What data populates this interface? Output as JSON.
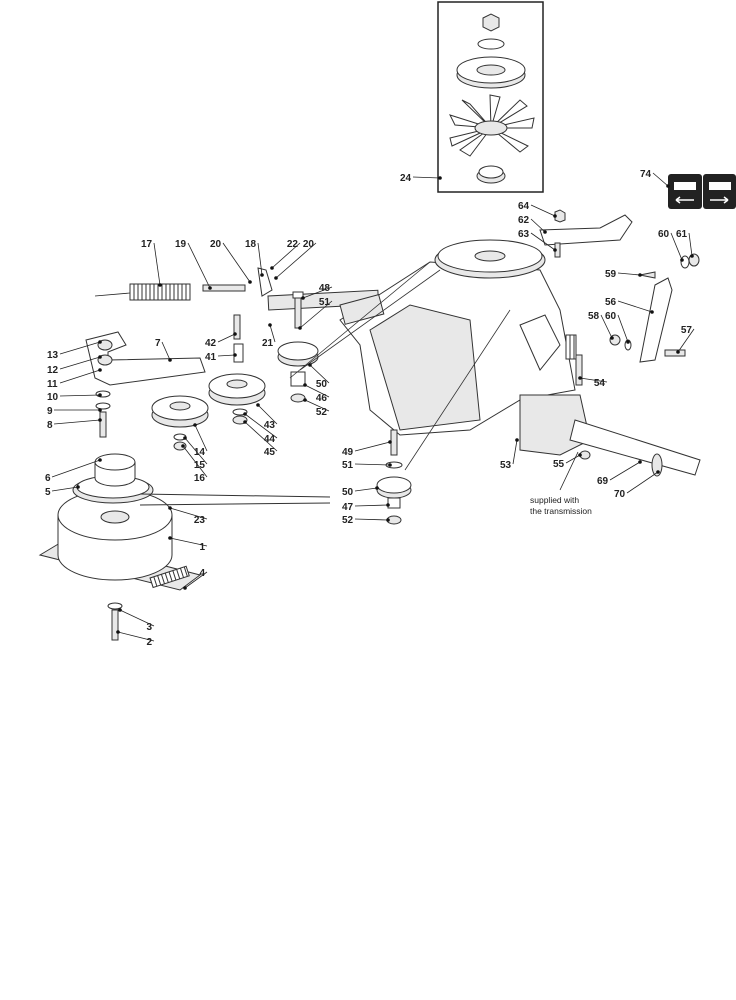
{
  "diagram": {
    "title_badge_icon": "tractor-direction-decal",
    "callouts": [
      "17",
      "19",
      "20",
      "18",
      "22",
      "20",
      "48",
      "51",
      "42",
      "21",
      "41",
      "13",
      "12",
      "11",
      "7",
      "10",
      "9",
      "8",
      "50",
      "46",
      "52",
      "43",
      "44",
      "45",
      "14",
      "15",
      "16",
      "6",
      "5",
      "23",
      "1",
      "4",
      "3",
      "2",
      "24",
      "74",
      "64",
      "62",
      "63",
      "60",
      "61",
      "59",
      "56",
      "58",
      "60",
      "57",
      "54",
      "53",
      "55",
      "69",
      "70",
      "49",
      "51",
      "50",
      "47",
      "52"
    ],
    "note_lines": [
      "supplied with",
      "the transmission"
    ]
  }
}
